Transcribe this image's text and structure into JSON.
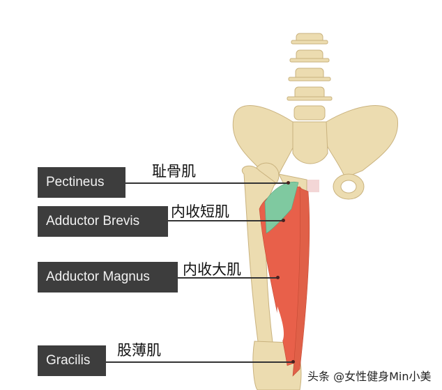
{
  "labels": [
    {
      "en": "Pectineus",
      "zh": "耻骨肌"
    },
    {
      "en": "Adductor Brevis",
      "zh": "内收短肌"
    },
    {
      "en": "Adductor Magnus",
      "zh": "内收大肌"
    },
    {
      "en": "Gracilis",
      "zh": "股薄肌"
    }
  ],
  "watermark": "头条 @女性健身Min小美",
  "colors": {
    "bone": "#ecdcb0",
    "muscle_red": "#e8604a",
    "muscle_green": "#7fc9a0",
    "label_bg": "#3d3d3d"
  }
}
